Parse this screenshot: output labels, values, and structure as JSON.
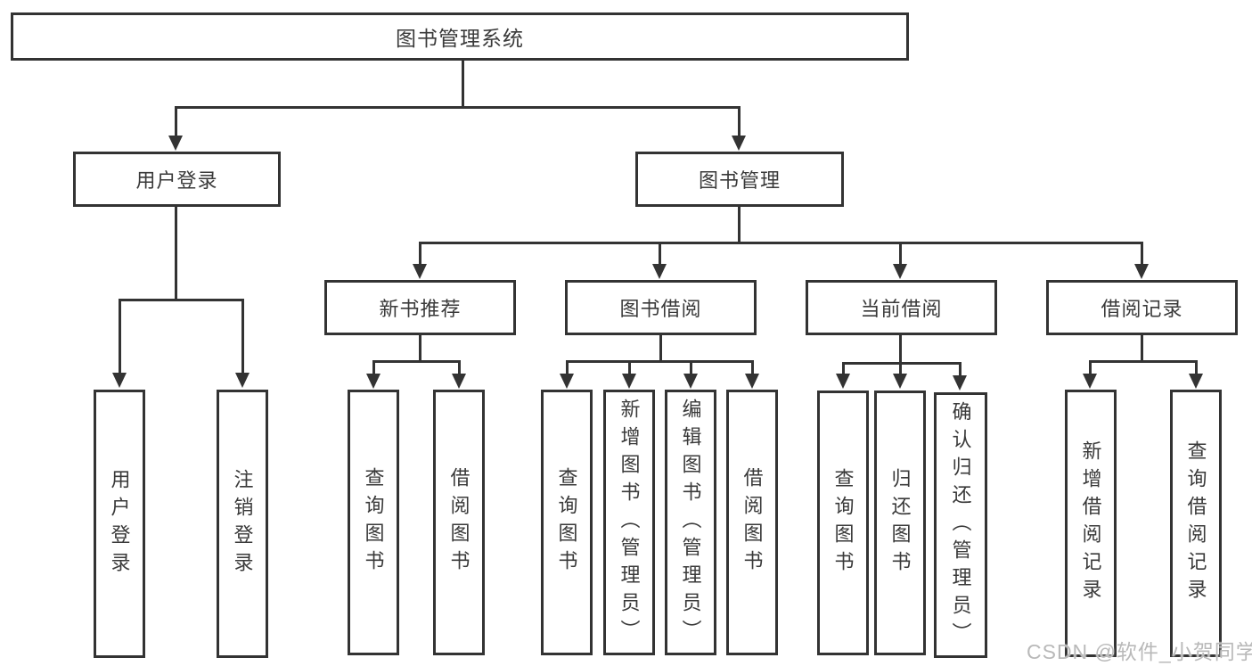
{
  "tree": {
    "root": "图书管理系统",
    "user_login": {
      "label": "用户登录",
      "children": [
        {
          "label": "用户登录"
        },
        {
          "label": "注销登录"
        }
      ]
    },
    "book_mgmt": {
      "label": "图书管理",
      "sections": [
        {
          "label": "新书推荐",
          "children": [
            {
              "label": "查询图书"
            },
            {
              "label": "借阅图书"
            }
          ]
        },
        {
          "label": "图书借阅",
          "children": [
            {
              "label": "查询图书"
            },
            {
              "label": "新增图书（管理员）"
            },
            {
              "label": "编辑图书（管理员）"
            },
            {
              "label": "借阅图书"
            }
          ]
        },
        {
          "label": "当前借阅",
          "children": [
            {
              "label": "查询图书"
            },
            {
              "label": "归还图书"
            },
            {
              "label": "确认归还（管理员）"
            }
          ]
        },
        {
          "label": "借阅记录",
          "children": [
            {
              "label": "新增借阅记录"
            },
            {
              "label": "查询借阅记录"
            }
          ]
        }
      ]
    }
  },
  "watermark": "CSDN @软件_小贺同学",
  "colors": {
    "line": "#333333",
    "text": "#3a3a3a",
    "watermark": "#b9b9b9"
  }
}
